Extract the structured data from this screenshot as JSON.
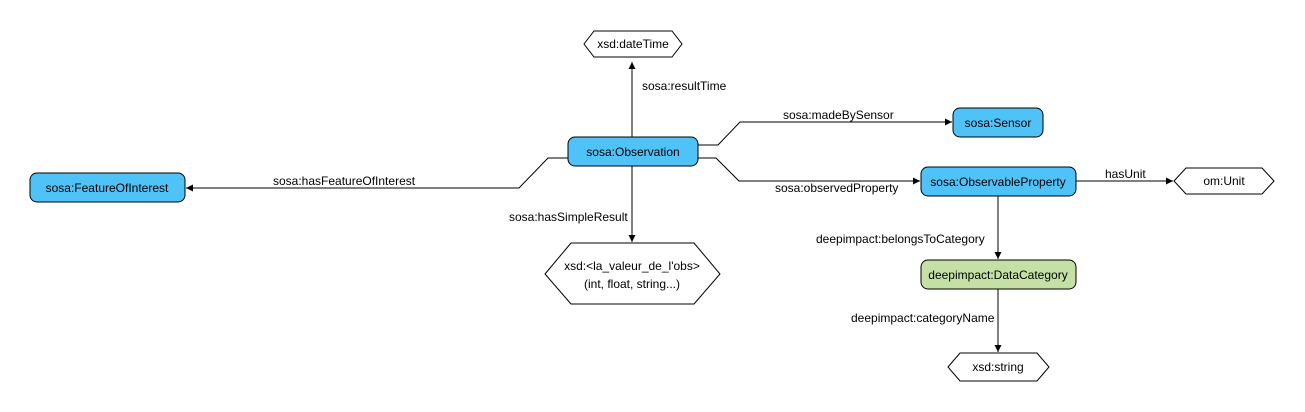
{
  "nodes": {
    "observation": "sosa:Observation",
    "sensor": "sosa:Sensor",
    "feature_of_interest": "sosa:FeatureOfInterest",
    "observable_property": "sosa:ObservableProperty",
    "data_category": "deepimpact:DataCategory",
    "datetime": "xsd:dateTime",
    "obs_value_line1": "xsd:<la_valeur_de_l'obs>",
    "obs_value_line2": "(int, float, string...)",
    "unit": "om:Unit",
    "string": "xsd:string"
  },
  "edges": {
    "result_time": "sosa:resultTime",
    "made_by_sensor": "sosa:madeBySensor",
    "has_feature_of_interest": "sosa:hasFeatureOfInterest",
    "observed_property": "sosa:observedProperty",
    "has_simple_result": "sosa:hasSimpleResult",
    "has_unit": "hasUnit",
    "belongs_to_category": "deepimpact:belongsToCategory",
    "category_name": "deepimpact:categoryName"
  },
  "colors": {
    "class_fill": "#4fc3f7",
    "category_fill": "#c5e0a5",
    "literal_fill": "#ffffff",
    "stroke": "#000000"
  }
}
